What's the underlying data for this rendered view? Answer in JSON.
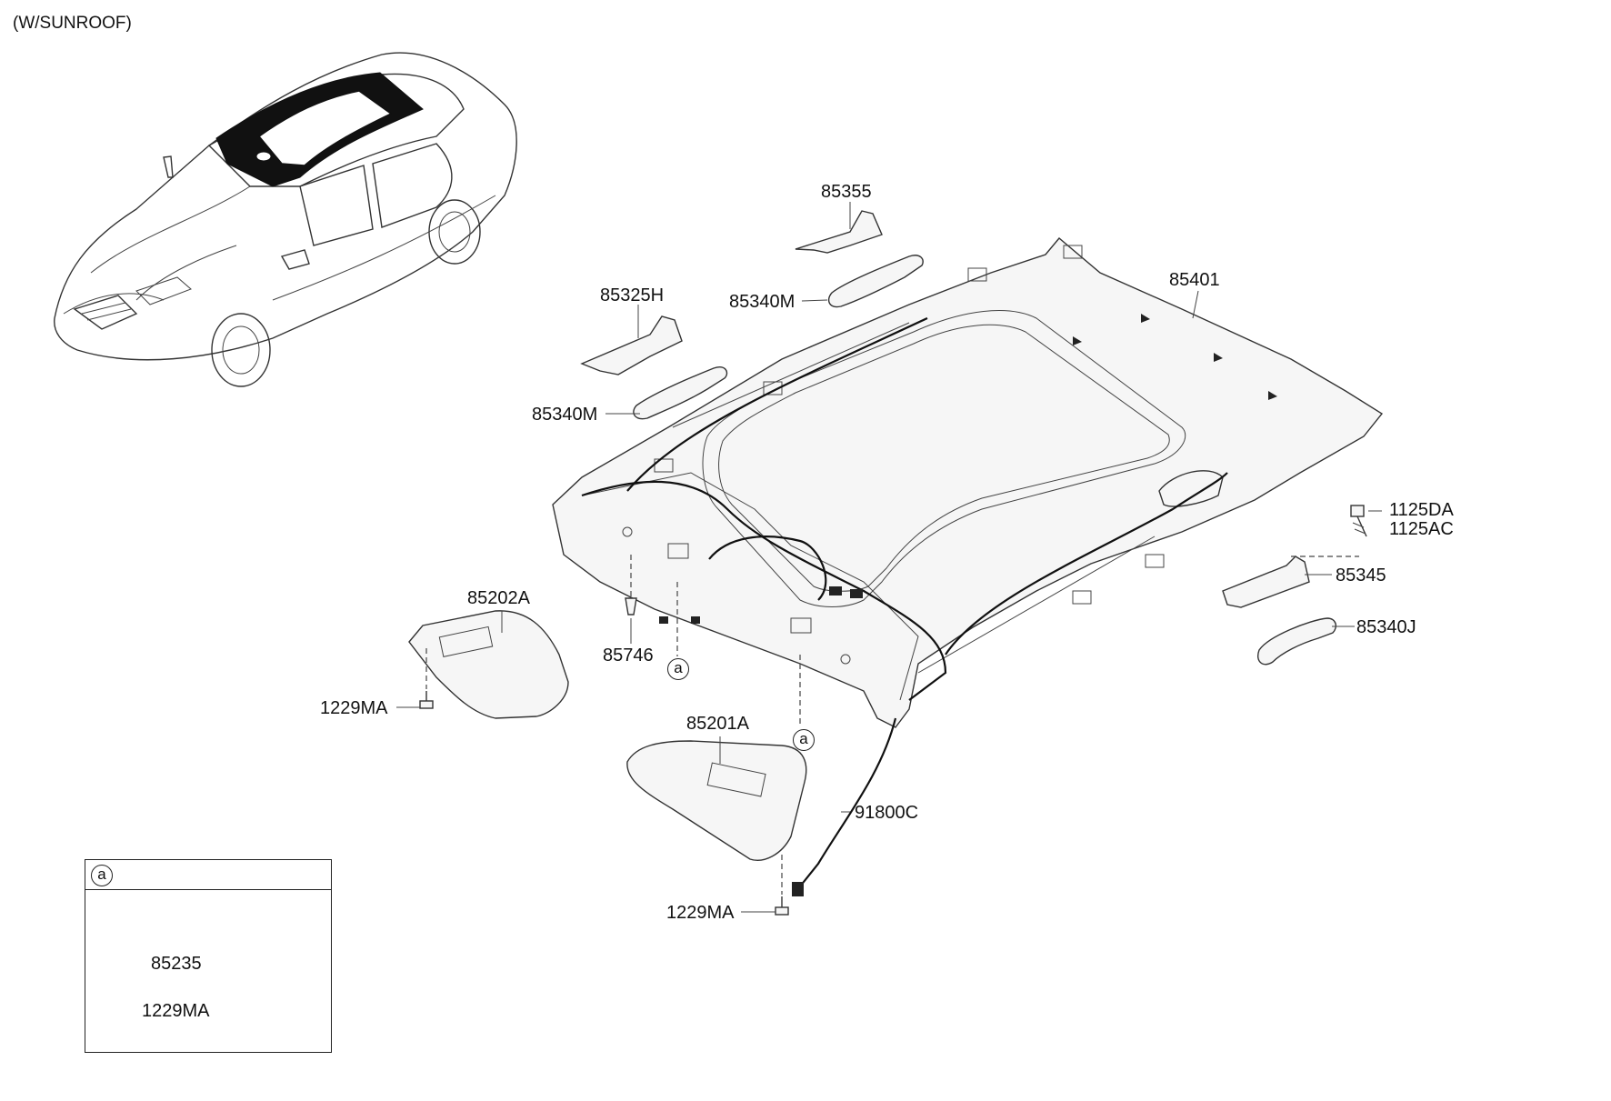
{
  "diagram": {
    "variant_note": "(W/SUNROOF)",
    "callout_symbol": "a",
    "parts": {
      "p85355": "85355",
      "p85340M_top": "85340M",
      "p85325H": "85325H",
      "p85340M_left": "85340M",
      "p85401": "85401",
      "p1125DA": "1125DA",
      "p1125AC": "1125AC",
      "p85345": "85345",
      "p85340J": "85340J",
      "p85202A": "85202A",
      "p85746": "85746",
      "p1229MA_left": "1229MA",
      "p85201A": "85201A",
      "p91800C": "91800C",
      "p1229MA_bottom": "1229MA",
      "p85235": "85235",
      "p1229MA_inset": "1229MA"
    }
  }
}
